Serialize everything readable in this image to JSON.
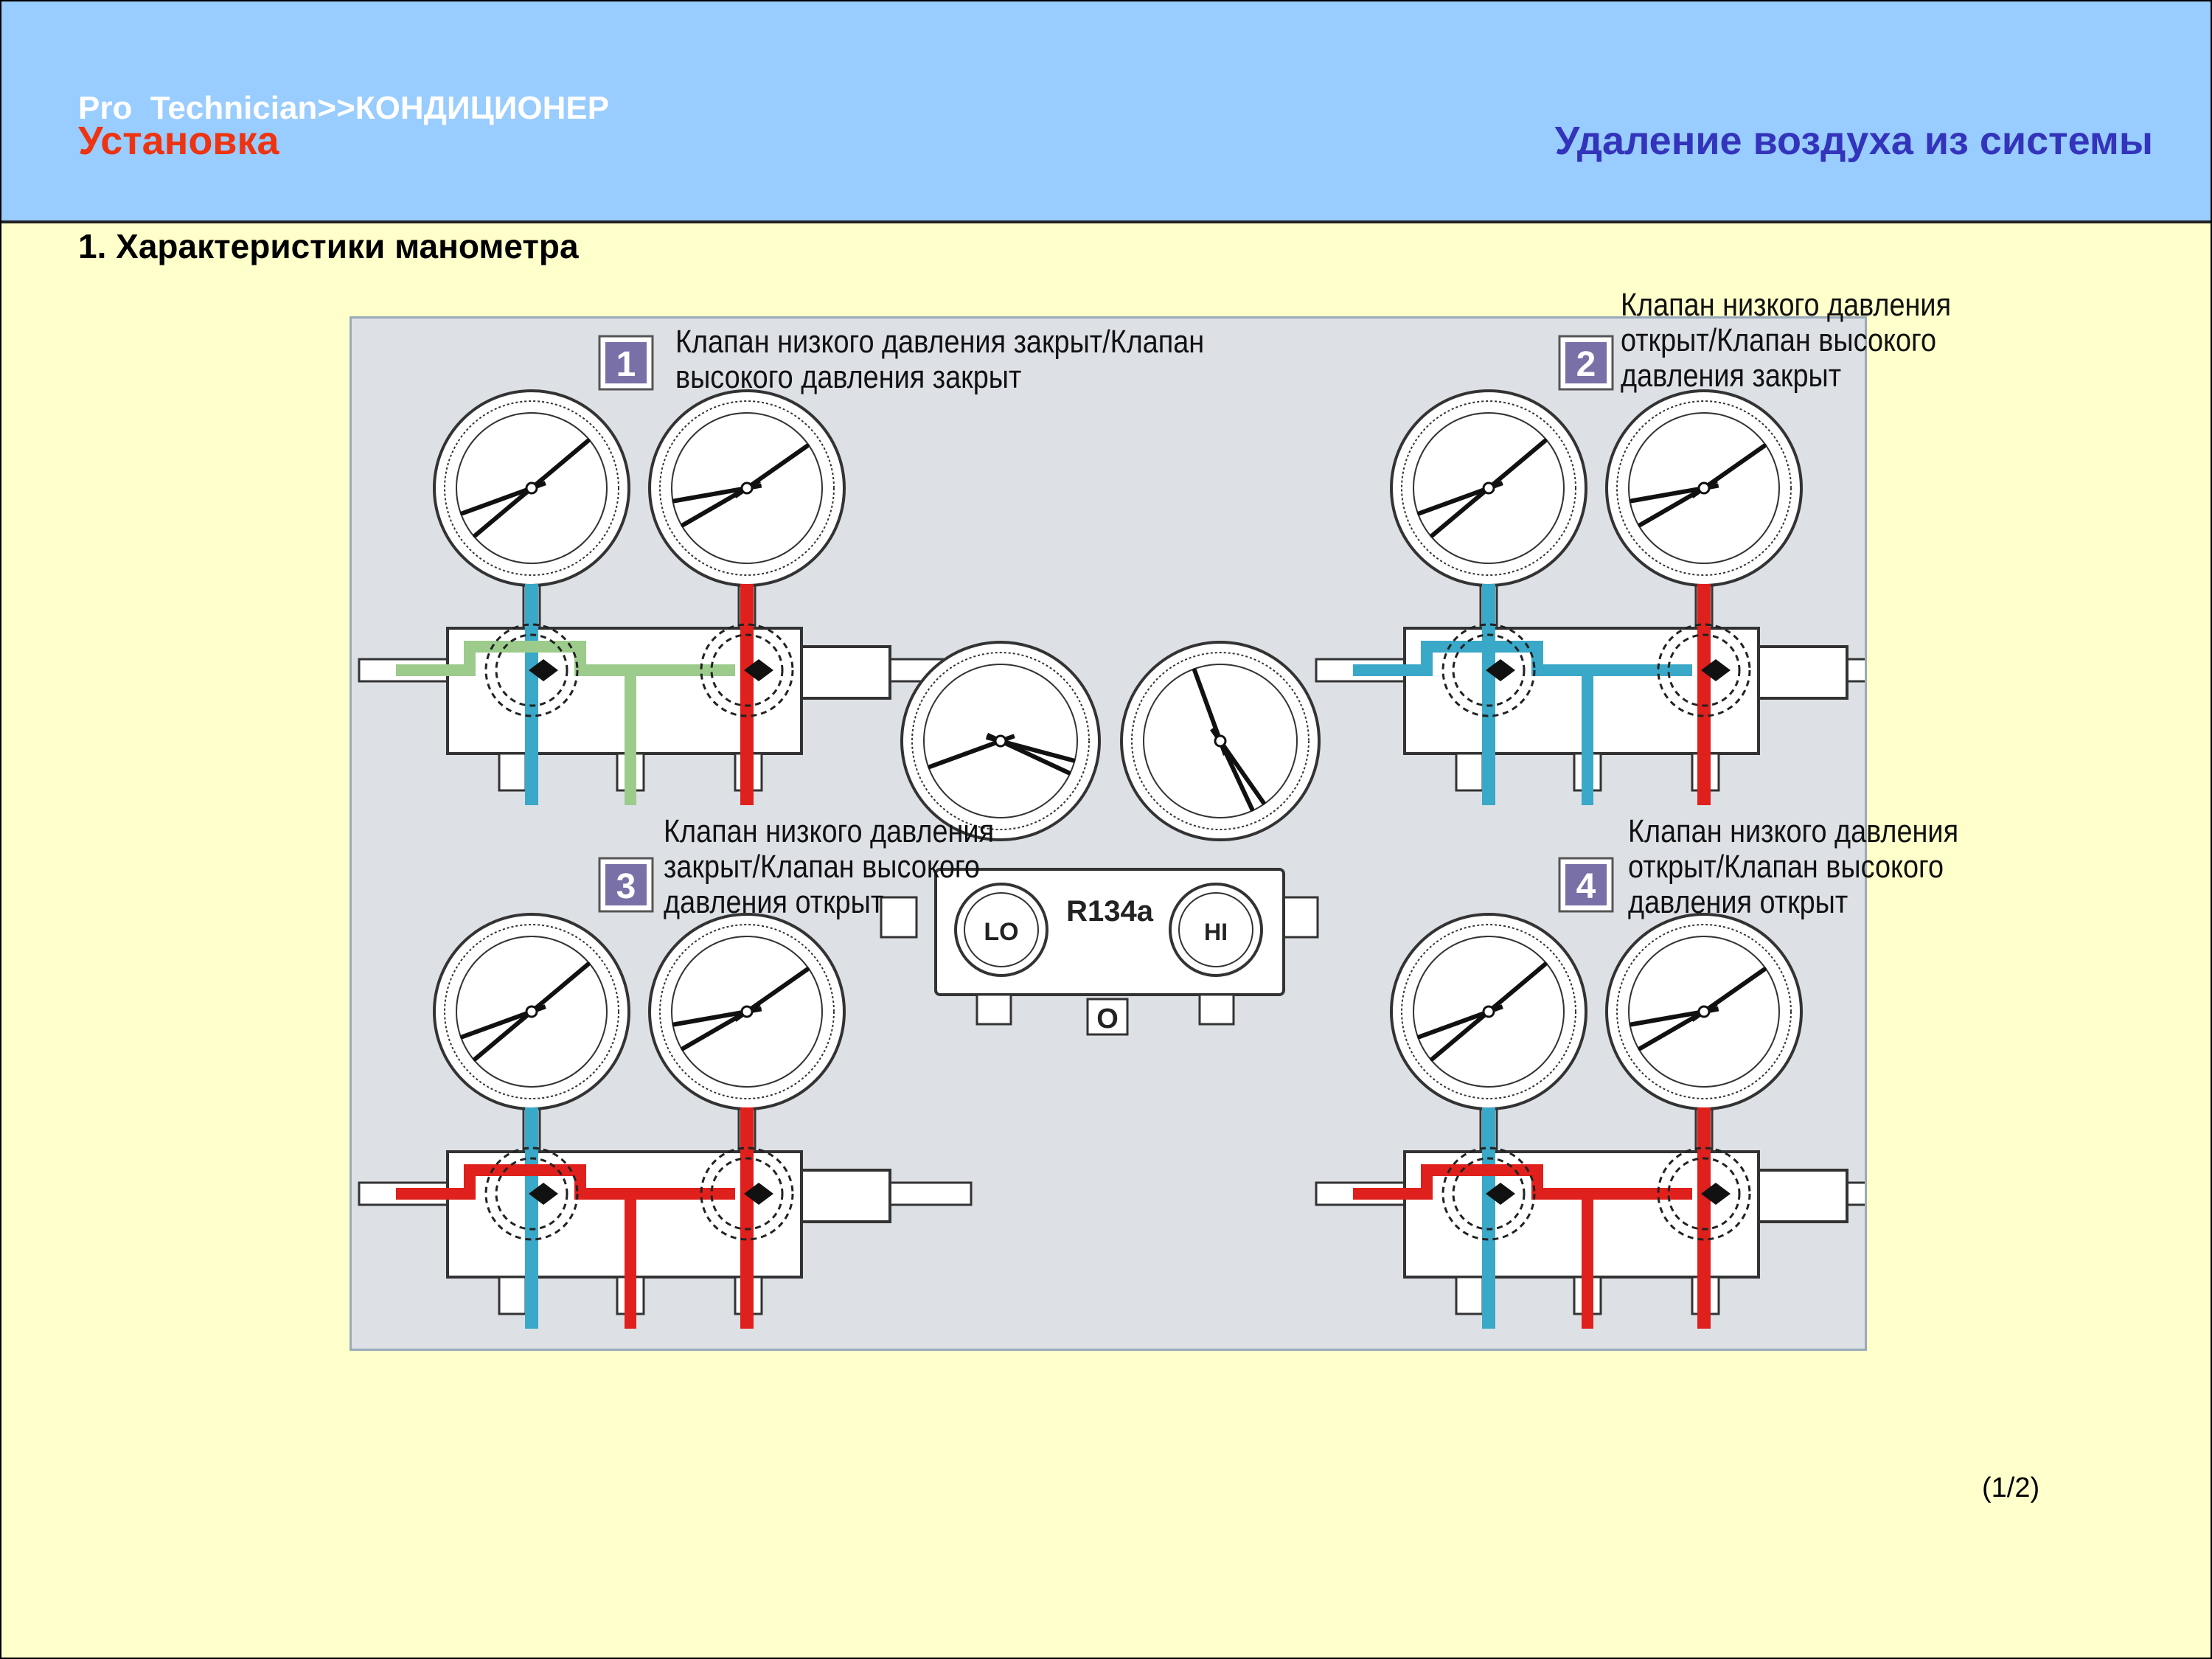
{
  "header": {
    "brand": "Pro  Technician>>КОНДИЦИОНЕР",
    "section": "Установка",
    "topic": "Удаление воздуха из системы"
  },
  "content": {
    "heading": "1. Характеристики манометра"
  },
  "diagram": {
    "center_gauge": {
      "refrigerant": "R134a",
      "low_label": "LO",
      "high_label": "HI",
      "bottom_label": "O"
    },
    "states": [
      {
        "number": "1",
        "lines": [
          "Клапан низкого давления закрыт/Клапан",
          "высокого давления закрыт"
        ]
      },
      {
        "number": "2",
        "lines": [
          "Клапан низкого давления",
          "открыт/Клапан высокого",
          "давления закрыт"
        ]
      },
      {
        "number": "3",
        "lines": [
          "Клапан низкого давления",
          "закрыт/Клапан высокого",
          "давления открыт"
        ]
      },
      {
        "number": "4",
        "lines": [
          "Клапан низкого давления",
          "открыт/Клапан высокого",
          "давления открыт"
        ]
      }
    ],
    "colors": {
      "low_side": "#3AA8C8",
      "high_side": "#E0201C",
      "service": "#9CCB8C",
      "background": "#DDE1E6"
    }
  },
  "footer": {
    "page": "(1/2)"
  }
}
